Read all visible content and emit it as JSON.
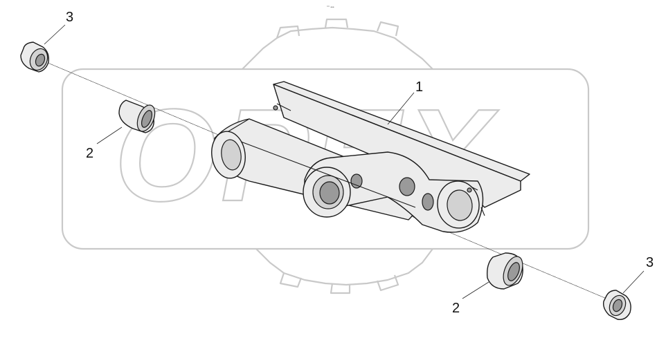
{
  "diagram": {
    "header_text": "°° •••",
    "watermark_text": "OPEX",
    "callouts": [
      {
        "id": "c3a",
        "text": "3"
      },
      {
        "id": "c2a",
        "text": "2"
      },
      {
        "id": "c1",
        "text": "1"
      },
      {
        "id": "c2b",
        "text": "2"
      },
      {
        "id": "c3b",
        "text": "3"
      }
    ]
  }
}
